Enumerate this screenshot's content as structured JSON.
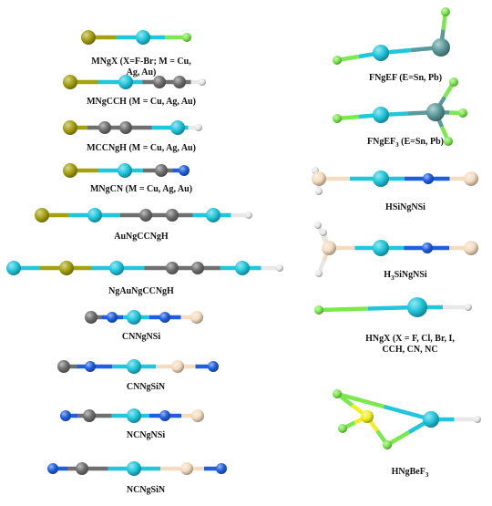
{
  "atom_colors": {
    "M": "#a5a00e",
    "Ng": "#1fc6dc",
    "F": "#7be84d",
    "C": "#6f6f6f",
    "H": "#e8e8e8",
    "N": "#1e5fe0",
    "Si": "#f5dcc0",
    "E": "#5b9a9a",
    "Be": "#f0f020"
  },
  "molecules": [
    {
      "id": "mngx",
      "lines": [
        "MNgX (X=F-Br; M = Cu,",
        "Ag, Au)"
      ]
    },
    {
      "id": "mngcch",
      "lines": [
        "MNgCCH (M = Cu, Ag, Au)"
      ]
    },
    {
      "id": "mccngh",
      "lines": [
        "MCCNgH (M = Cu, Ag, Au)"
      ]
    },
    {
      "id": "mngcn",
      "lines": [
        "MNgCN (M = Cu, Ag, Au)"
      ]
    },
    {
      "id": "aungccngh",
      "lines": [
        "AuNgCCNgH"
      ]
    },
    {
      "id": "ngaungccngh",
      "lines": [
        "NgAuNgCCNgH"
      ]
    },
    {
      "id": "cnngnsi",
      "lines": [
        "CNNgNSi"
      ]
    },
    {
      "id": "cnngsin",
      "lines": [
        "CNNgSiN"
      ]
    },
    {
      "id": "ncngnsi",
      "lines": [
        "NCNgNSi"
      ]
    },
    {
      "id": "ncngsin",
      "lines": [
        "NCNgSiN"
      ]
    },
    {
      "id": "fngef",
      "lines": [
        "FNgEF (E=Sn, Pb)"
      ]
    },
    {
      "id": "fngef3",
      "pre": "FNgEF",
      "sub": "3",
      "post": " (E=Sn, Pb)"
    },
    {
      "id": "hsingnsi",
      "lines": [
        "HSiNgNSi"
      ]
    },
    {
      "id": "h3singnsi",
      "pre": "H",
      "sub": "3",
      "post": "SiNgNSi"
    },
    {
      "id": "hngx",
      "lines": [
        "HNgX (X = F, Cl, Br, I,",
        "CCH, CN, NC"
      ]
    },
    {
      "id": "hngbef3",
      "pre": "HNgBeF",
      "sub": "3",
      "post": ""
    }
  ]
}
